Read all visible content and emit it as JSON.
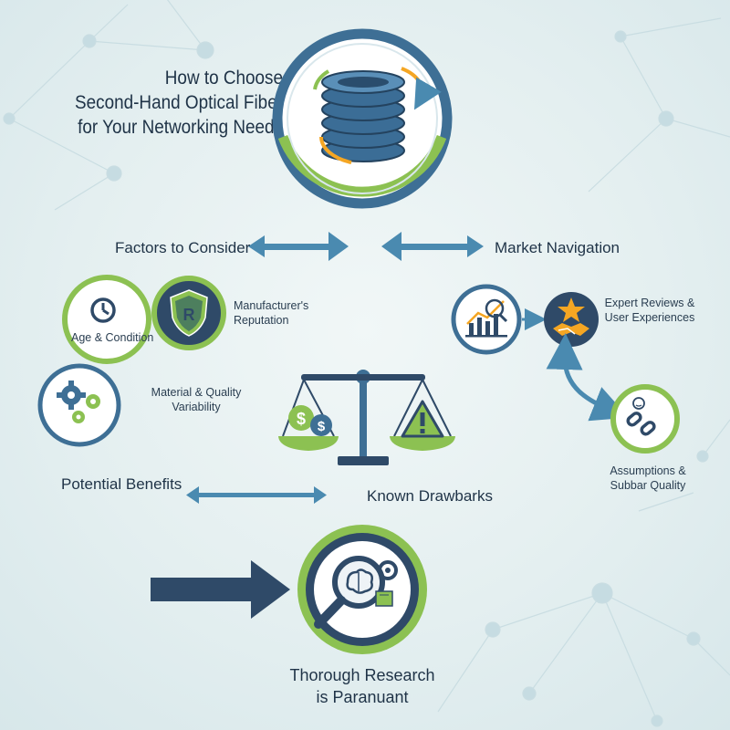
{
  "title": {
    "line1": "How to Choose",
    "line2": "Second-Hand Optical Fiber",
    "line3": "for Your Networking Needs"
  },
  "sections": {
    "factors": "Factors to Consider",
    "market": "Market Navigation",
    "benefits": "Potential Benefits",
    "drawbacks": "Known Drawbarks"
  },
  "factors": {
    "age": "Age & Condition",
    "manufacturer_line1": "Manufacturer's",
    "manufacturer_line2": "Reputation",
    "material_line1": "Material & Quality",
    "material_line2": "Variability"
  },
  "market": {
    "expert_line1": "Expert Reviews &",
    "expert_line2": "User Experiences",
    "assumptions_line1": "Assumptions &",
    "assumptions_line2": "Subbar Quality"
  },
  "conclusion": {
    "line1": "Thorough Research",
    "line2": "is Paranuant"
  },
  "colors": {
    "navy": "#2f4a68",
    "blue": "#3e6f95",
    "green": "#8cc152",
    "steel": "#4a8ab0",
    "orange": "#f5a623"
  }
}
